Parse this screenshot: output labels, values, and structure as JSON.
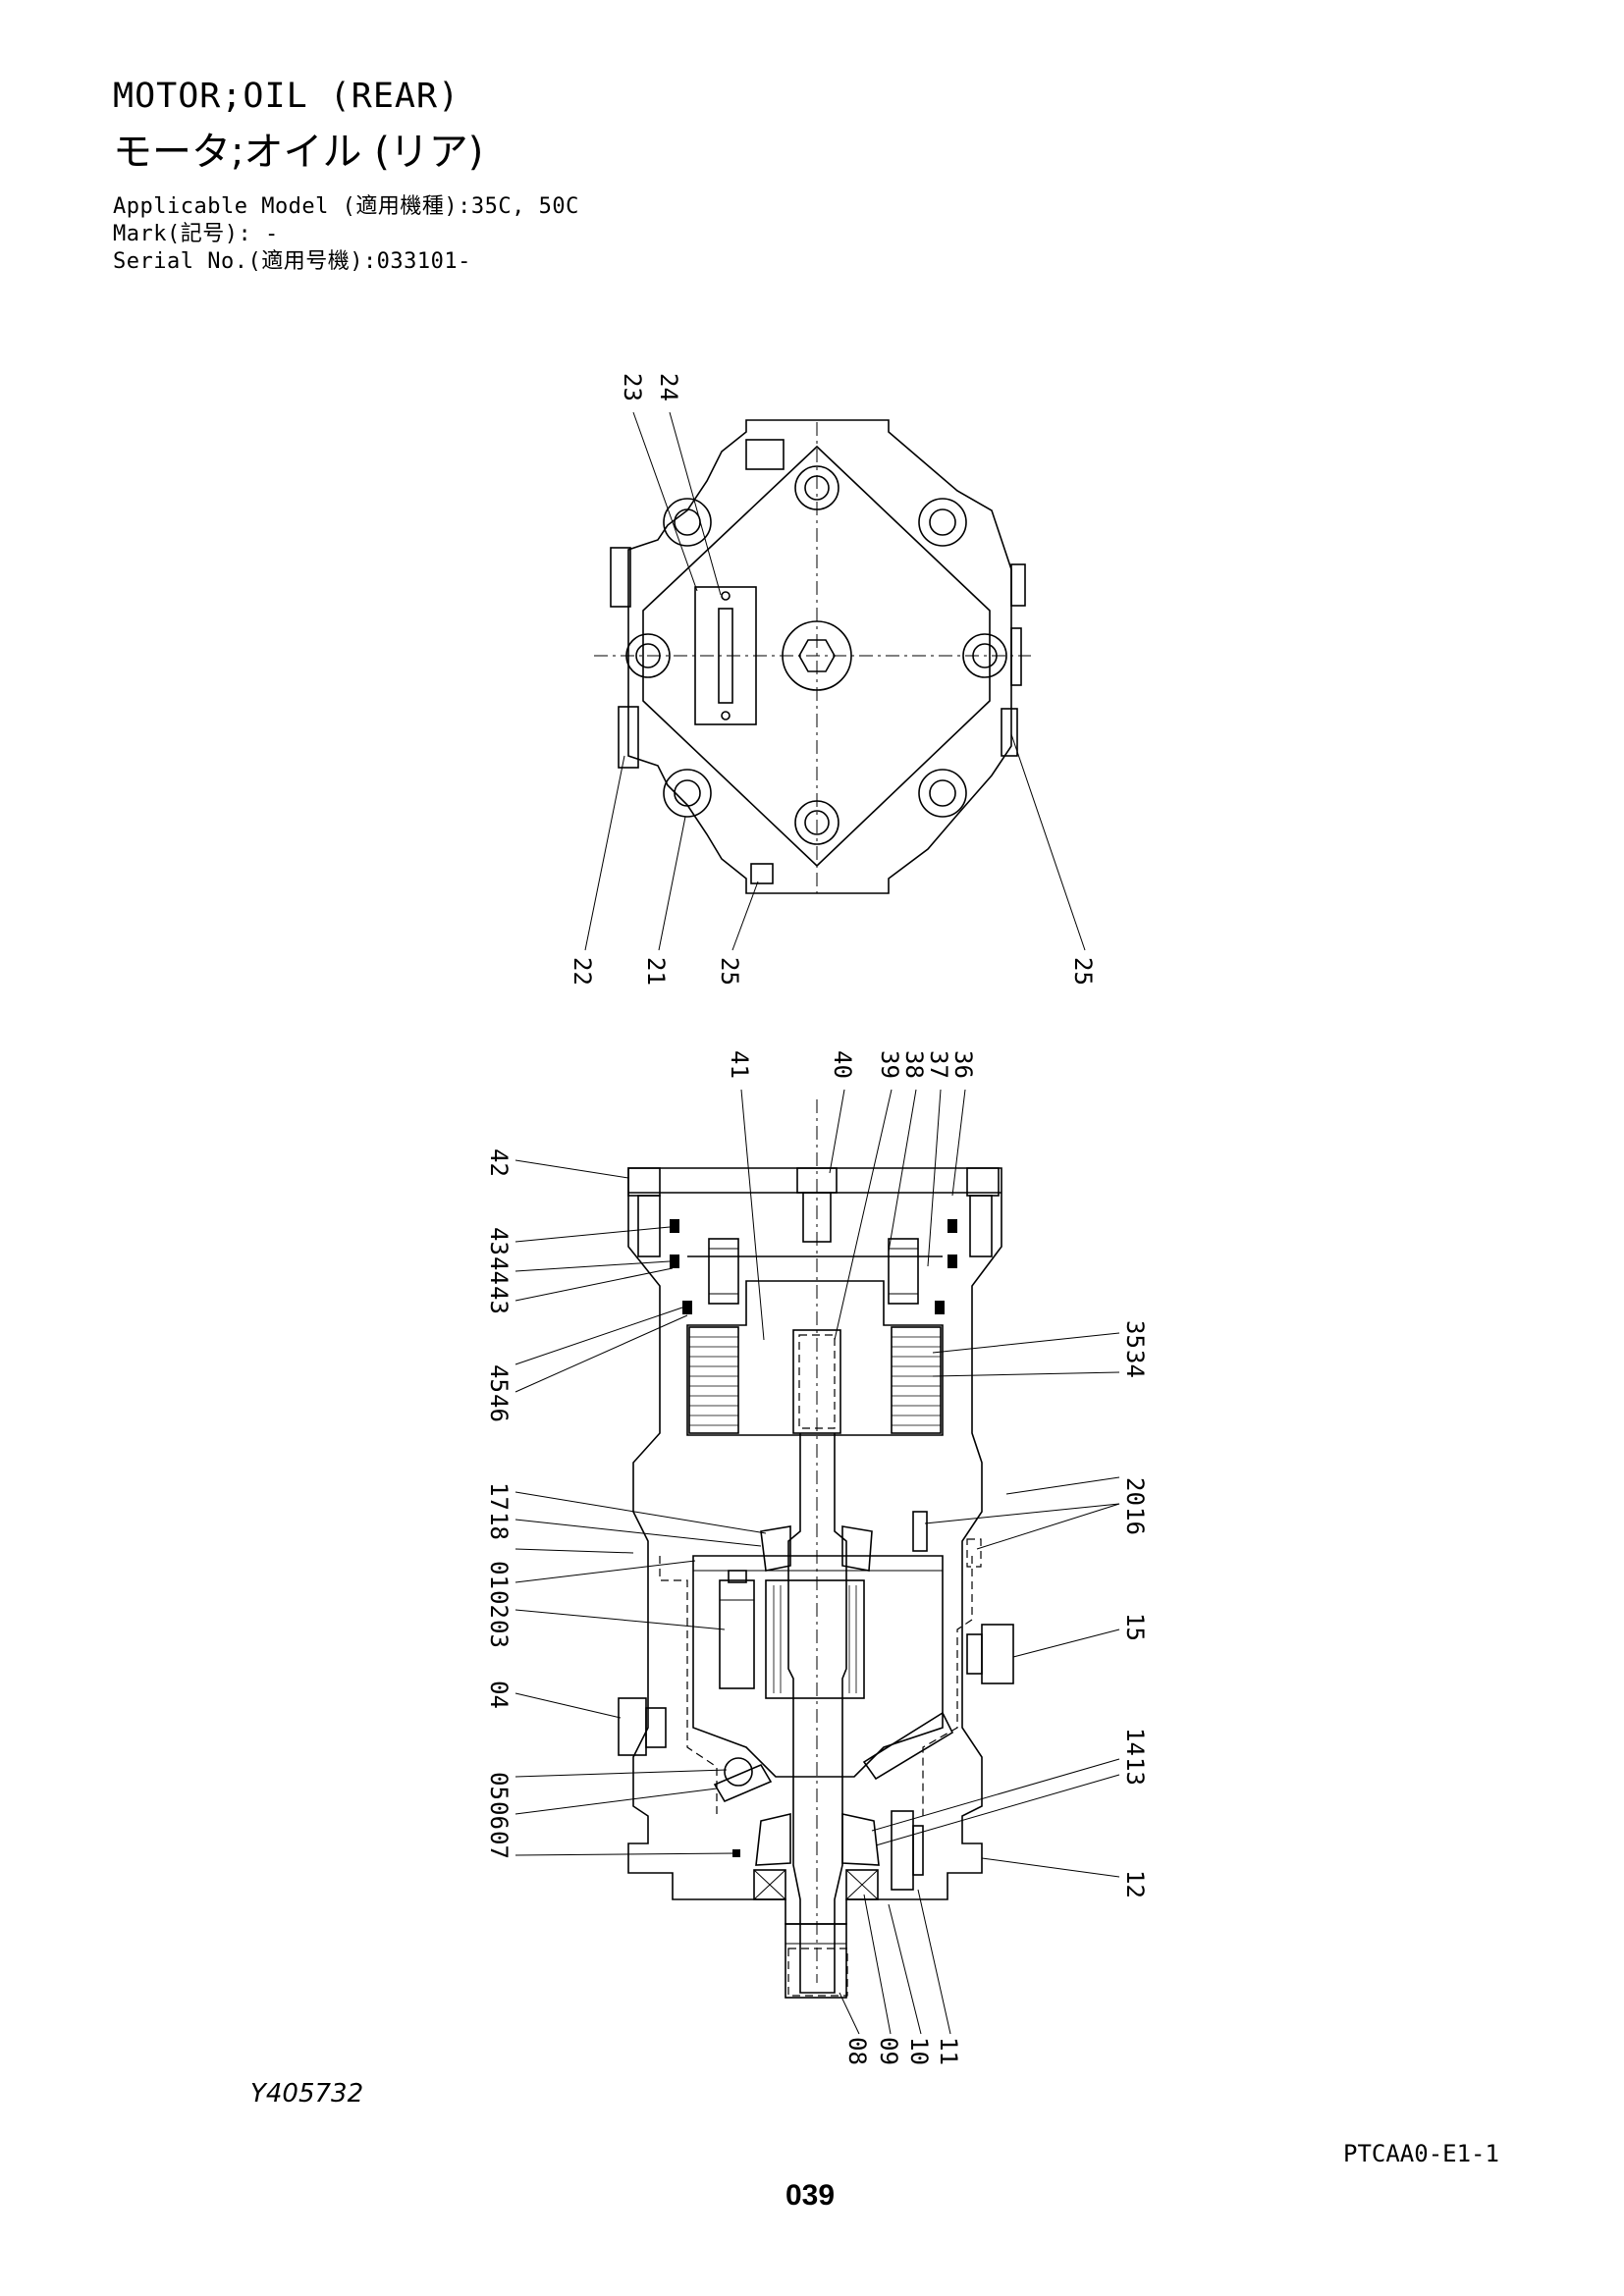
{
  "header": {
    "title_en": "MOTOR;OIL (REAR)",
    "title_jp": "モータ;オイル (リア)",
    "applicable_model": "Applicable Model (適用機種):35C, 50C",
    "mark": "Mark(記号): -",
    "serial": "Serial No.(適用号機):033101-"
  },
  "diagram": {
    "top_view_callouts": [
      "23",
      "24",
      "22",
      "21",
      "25",
      "25"
    ],
    "section_view_callouts": {
      "top": [
        "41",
        "40",
        "39",
        "38",
        "37",
        "36"
      ],
      "left": [
        "42",
        "43",
        "44",
        "43",
        "45",
        "46",
        "17",
        "18",
        "01",
        "02",
        "03",
        "04",
        "05",
        "06",
        "07"
      ],
      "right": [
        "35",
        "34",
        "20",
        "16",
        "15",
        "14",
        "13",
        "12"
      ],
      "bottom": [
        "08",
        "09",
        "10",
        "11"
      ]
    }
  },
  "footer": {
    "drawing_id": "Y405732",
    "doc_code": "PTCAA0-E1-1",
    "page_number": "039"
  }
}
